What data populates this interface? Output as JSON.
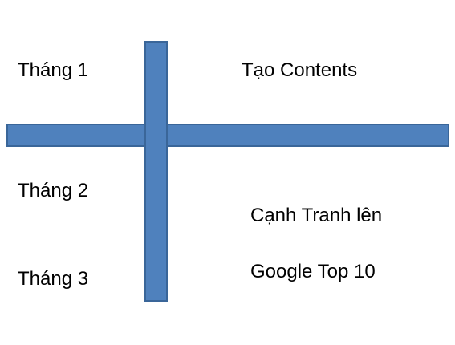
{
  "colors": {
    "bar_fill": "#4f81bd",
    "bar_border": "#3a6699",
    "text": "#000000",
    "background": "#ffffff"
  },
  "labels": {
    "month_1": "Tháng 1",
    "month_2": "Tháng 2",
    "month_3": "Tháng 3",
    "create_contents": "Tạo Contents",
    "compete_up": "Cạnh Tranh lên",
    "google_top10": "Google Top 10"
  }
}
